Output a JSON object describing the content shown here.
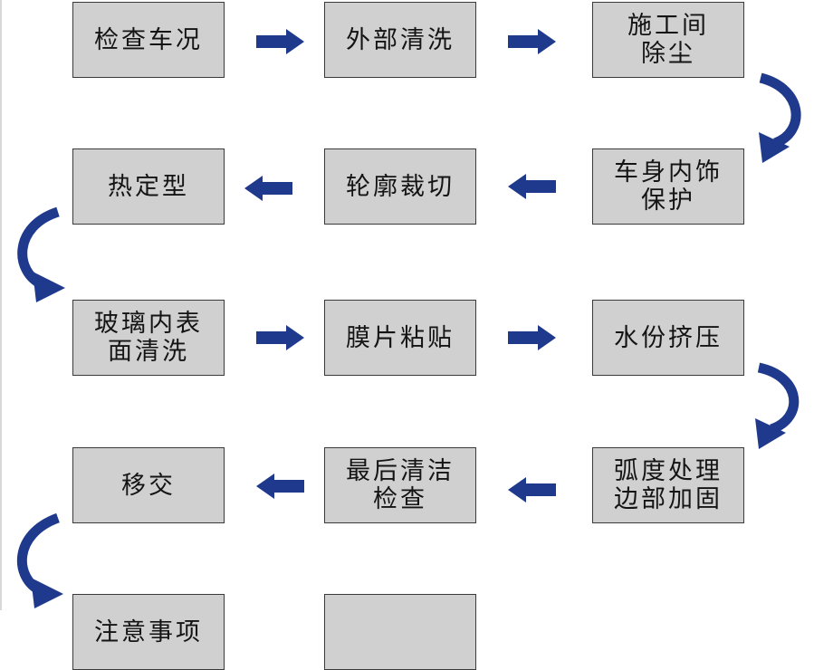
{
  "colors": {
    "box_fill": "#d0d0d1",
    "box_border": "#3a3a3a",
    "arrow": "#1f3a8c"
  },
  "steps": [
    {
      "label": "检查车况"
    },
    {
      "label": "外部清洗"
    },
    {
      "label": "施工间\n除尘"
    },
    {
      "label": "车身内饰\n保护"
    },
    {
      "label": "轮廓裁切"
    },
    {
      "label": "热定型"
    },
    {
      "label": "玻璃内表\n面清洗"
    },
    {
      "label": "膜片粘贴"
    },
    {
      "label": "水份挤压"
    },
    {
      "label": "弧度处理\n边部加固"
    },
    {
      "label": "最后清洁\n检查"
    },
    {
      "label": "移交"
    },
    {
      "label": "注意事项"
    },
    {
      "label": ""
    }
  ]
}
